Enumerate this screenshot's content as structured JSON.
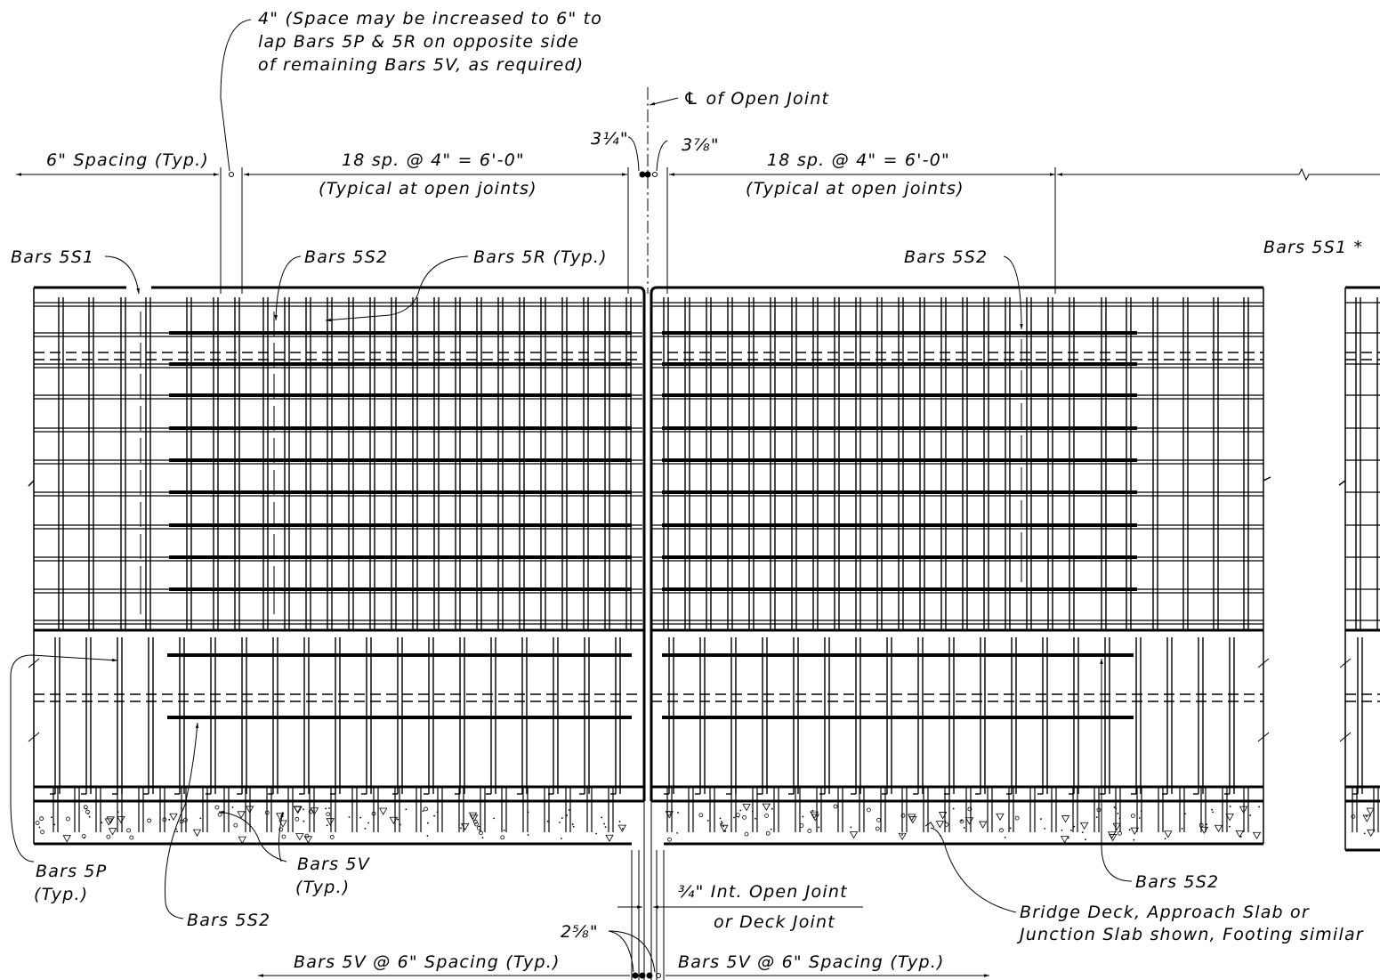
{
  "drawing": {
    "notes": {
      "space_note": [
        "4\" (Space may be increased to 6\" to",
        "lap Bars 5P & 5R on opposite side",
        "of remaining Bars 5V, as required)"
      ],
      "centerline": "℄ of Open Joint",
      "dim_left_small": "3¼\"",
      "dim_right_small": "3⅞\"",
      "spacing_typ": "6\" Spacing (Typ.)",
      "span_left": "18 sp. @ 4\" = 6'-0\"",
      "span_left_sub": "(Typical at open joints)",
      "span_right": "18 sp. @ 4\" = 6'-0\"",
      "span_right_sub": "(Typical at open joints)",
      "bars_5s1": "Bars 5S1",
      "bars_5s2_top_left": "Bars 5S2",
      "bars_5r": "Bars 5R (Typ.)",
      "bars_5s2_top_right": "Bars 5S2",
      "bars_5s1_far": "Bars 5S1 *",
      "bars_5p_1": "Bars 5P",
      "bars_5p_2": "(Typ.)",
      "bars_5v_1": "Bars 5V",
      "bars_5v_2": "(Typ.)",
      "bars_5s2_bottom_left": "Bars 5S2",
      "bars_5s2_bottom_right": "Bars 5S2",
      "joint_1": "¾\" Int. Open Joint",
      "joint_2": "or Deck Joint",
      "deck_1": "Bridge Deck, Approach Slab or",
      "deck_2": "Junction Slab shown, Footing similar",
      "dim_bottom_small": "2⅝\"",
      "bars_5v_spacing_left": "Bars 5V @ 6\" Spacing (Typ.)",
      "bars_5v_spacing_right": "Bars 5V @ 6\" Spacing (Typ.)"
    }
  }
}
